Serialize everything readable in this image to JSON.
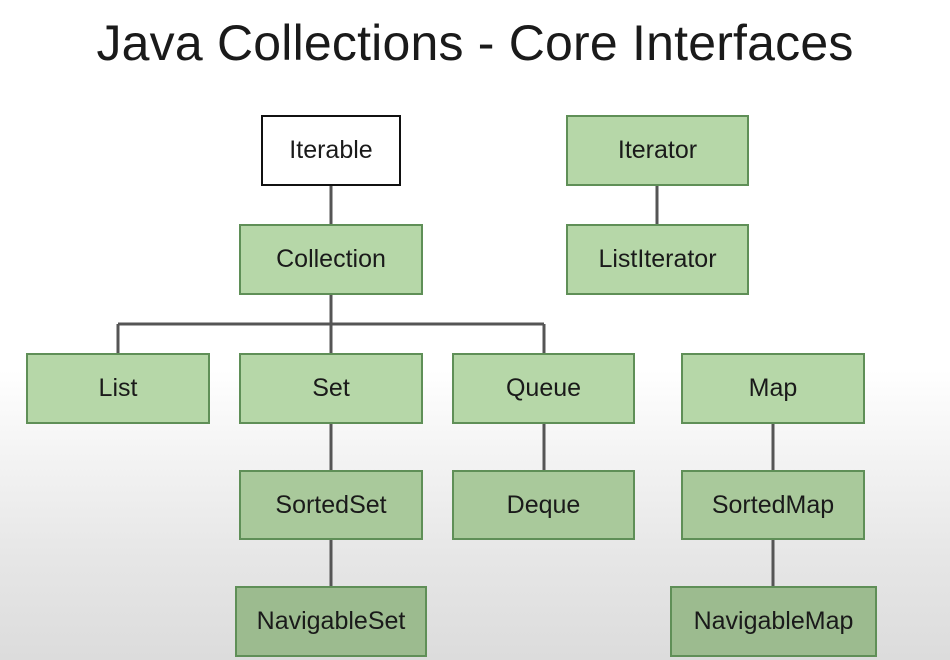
{
  "title": "Java Collections - Core Interfaces",
  "nodes": {
    "iterable": "Iterable",
    "collection": "Collection",
    "iterator": "Iterator",
    "list_iterator": "ListIterator",
    "list": "List",
    "set": "Set",
    "queue": "Queue",
    "map": "Map",
    "sorted_set": "SortedSet",
    "deque": "Deque",
    "sorted_map": "SortedMap",
    "navigable_set": "NavigableSet",
    "navigable_map": "NavigableMap"
  },
  "colors": {
    "node_fill": "#b6d7a8",
    "node_border": "#5f8f57",
    "root_fill": "#ffffff",
    "connector": "#555555"
  }
}
